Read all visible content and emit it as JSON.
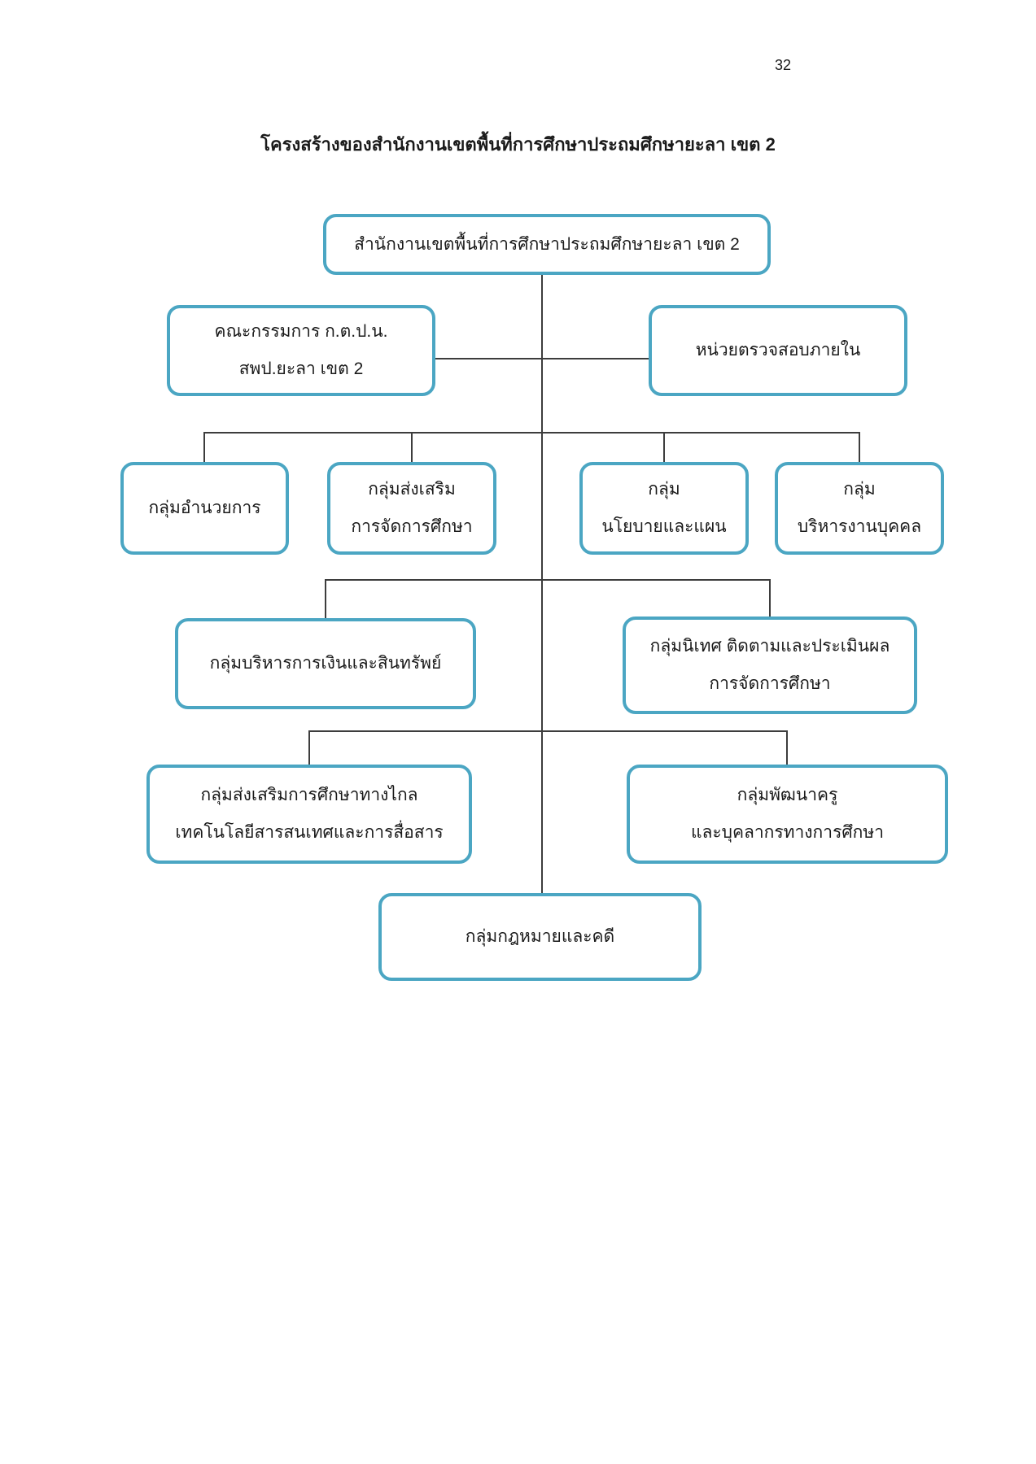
{
  "page_number": "32",
  "title": "โครงสร้างของสำนักงานเขตพื้นที่การศึกษาประถมศึกษายะลา เขต 2",
  "colors": {
    "box_border": "#4BA6C3",
    "connector": "#3D3D3D",
    "text": "#1A1A1A",
    "page_bg": "#FFFFFF"
  },
  "org": {
    "root": {
      "label": "สำนักงานเขตพื้นที่การศึกษาประถมศึกษายะลา เขต 2"
    },
    "committee": {
      "line1": "คณะกรรมการ ก.ต.ป.น.",
      "line2": "สพป.ยะลา เขต 2"
    },
    "internal_audit": {
      "label": "หน่วยตรวจสอบภายใน"
    },
    "tier1": [
      {
        "label": "กลุ่มอำนวยการ"
      },
      {
        "line1": "กลุ่มส่งเสริม",
        "line2": "การจัดการศึกษา"
      },
      {
        "line1": "กลุ่ม",
        "line2": "นโยบายและแผน"
      },
      {
        "line1": "กลุ่ม",
        "line2": "บริหารงานบุคคล"
      }
    ],
    "tier2": [
      {
        "label": "กลุ่มบริหารการเงินและสินทรัพย์"
      },
      {
        "line1": "กลุ่มนิเทศ ติดตามและประเมินผล",
        "line2": "การจัดการศึกษา"
      }
    ],
    "tier3": [
      {
        "line1": "กลุ่มส่งเสริมการศึกษาทางไกล",
        "line2": "เทคโนโลยีสารสนเทศและการสื่อสาร"
      },
      {
        "line1": "กลุ่มพัฒนาครู",
        "line2": "และบุคลากรทางการศึกษา"
      }
    ],
    "legal": {
      "label": "กลุ่มกฎหมายและคดี"
    }
  }
}
